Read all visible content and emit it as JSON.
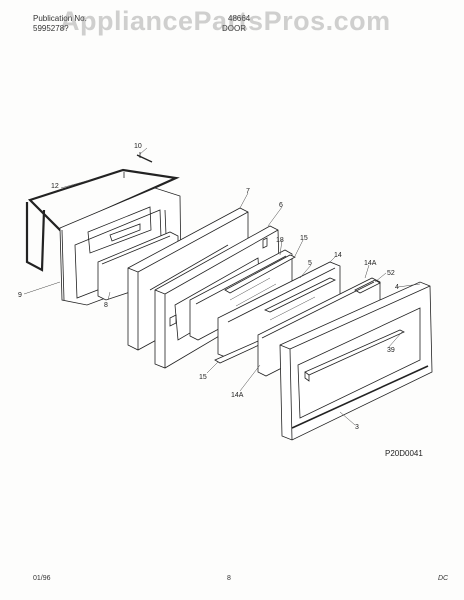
{
  "header": {
    "publication_label": "Publication No.",
    "publication_number": "5995278?",
    "model": "48664",
    "section": "DOOR"
  },
  "watermark": "AppliancePartsPros.com",
  "callouts": {
    "c10": "10",
    "c12": "12",
    "c7": "7",
    "c6": "6",
    "c18": "18",
    "c15a": "15",
    "c14a": "14",
    "c5": "5",
    "c14A_top": "14A",
    "c52": "52",
    "c4": "4",
    "c39": "39",
    "c9": "9",
    "c8": "8",
    "c15b": "15",
    "c14A_bottom": "14A",
    "c3": "3"
  },
  "diagram_code": "P20D0041",
  "footer": {
    "date": "01/96",
    "page": "8",
    "initials": "DC"
  }
}
